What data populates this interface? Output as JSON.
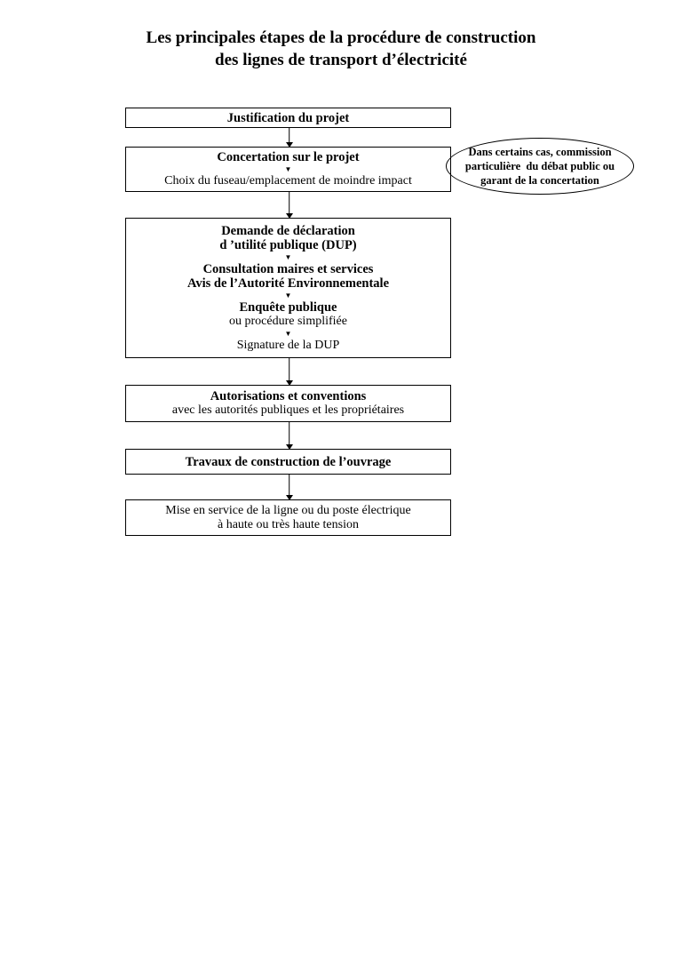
{
  "title": {
    "line1": "Les principales étapes de la procédure de construction",
    "line2": "des lignes de transport d’électricité"
  },
  "flowchart": {
    "step_justification": {
      "title": "Justification du projet"
    },
    "step_concertation": {
      "title": "Concertation sur le projet",
      "detail": "Choix du fuseau/emplacement de moindre impact"
    },
    "step_dup": {
      "title_line1": "Demande de déclaration",
      "title_line2": "d ’utilité publique (DUP)",
      "consultation_line1": "Consultation maires et services",
      "consultation_line2": "Avis de l’Autorité Environnementale",
      "enquete_title": "Enquête publique",
      "enquete_detail": "ou procédure simplifiée",
      "signature": "Signature de la DUP"
    },
    "step_autorisations": {
      "title": "Autorisations et conventions",
      "detail": "avec les autorités publiques et les propriétaires"
    },
    "step_travaux": {
      "title": "Travaux de construction de l’ouvrage"
    },
    "step_mise_en_service": {
      "line1": "Mise en service de la ligne ou du poste électrique",
      "line2": "à haute ou très haute tension"
    }
  },
  "annotation_ellipse": {
    "line1": "Dans certains cas, commission",
    "line2": "particulière  du débat public ou",
    "line3": "garant de la concertation"
  },
  "icons": {
    "substep_arrow": "▼"
  },
  "colors": {
    "text": "#000000",
    "border": "#000000",
    "background": "#ffffff"
  }
}
